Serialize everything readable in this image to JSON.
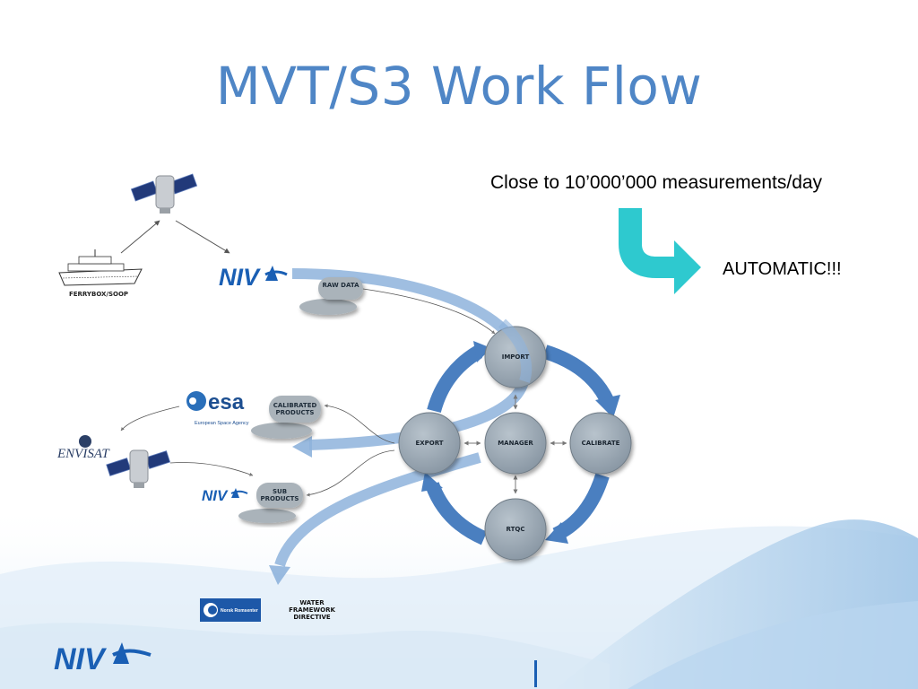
{
  "slide": {
    "title": "MVT/S3 Work Flow",
    "measurement_note": "Close to 10’000’000 measurements/day",
    "automatic_label": "AUTOMATIC!!!"
  },
  "sources": {
    "ferrybox_label": "FERRYBOX/SOOP"
  },
  "data_items": {
    "raw_data": "RAW DATA",
    "calibrated_products": "CALIBRATED PRODUCTS",
    "sub_products": "SUB PRODUCTS"
  },
  "workflow_nodes": {
    "import": "IMPORT",
    "export": "EXPORT",
    "manager": "MANAGER",
    "calibrate": "CALIBRATE",
    "rtqc": "RTQC"
  },
  "destinations": {
    "water_framework_directive": "WATER FRAMEWORK DIRECTIVE",
    "esa_name": "esa",
    "esa_subtitle": "European Space Agency",
    "envisat_name": "ENVISAT",
    "niva_logo": "NIVA",
    "norsk_romsenter": "Norsk Romsenter"
  },
  "colors": {
    "title": "#4f86c6",
    "cycle_arrows": "#4a7fc0",
    "flow_arrows": "#8eb3dc",
    "node_fill": "#9aa7b2",
    "automatic_arrow": "#2ec9cf",
    "niva_blue": "#1a5fb4"
  }
}
